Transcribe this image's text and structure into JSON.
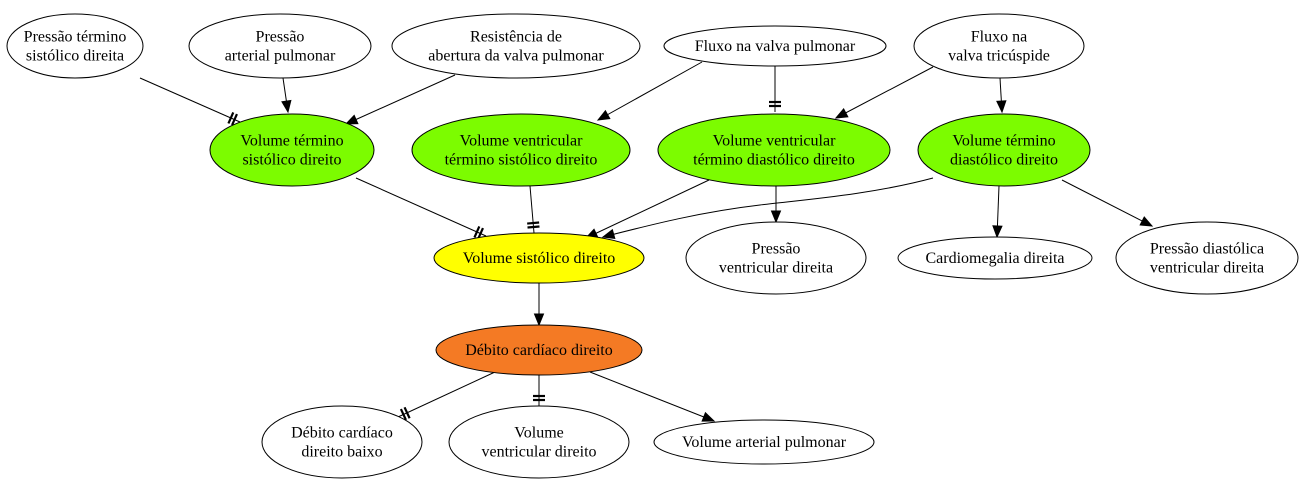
{
  "colors": {
    "green": "#7cfc00",
    "yellow": "#ffff00",
    "orange": "#f47a24",
    "white": "#ffffff"
  },
  "nodes": {
    "n1": {
      "lines": [
        "Pressão término",
        "sistólico direita"
      ]
    },
    "n2": {
      "lines": [
        "Pressão",
        "arterial pulmonar"
      ]
    },
    "n3": {
      "lines": [
        "Resistência de",
        "abertura da valva pulmonar"
      ]
    },
    "n4": {
      "lines": [
        "Fluxo na valva pulmonar"
      ]
    },
    "n5": {
      "lines": [
        "Fluxo na",
        "valva tricúspide"
      ]
    },
    "n6": {
      "lines": [
        "Volume término",
        "sistólico direito"
      ]
    },
    "n7": {
      "lines": [
        "Volume ventricular",
        "término sistólico direito"
      ]
    },
    "n8": {
      "lines": [
        "Volume ventricular",
        "término diastólico direito"
      ]
    },
    "n9": {
      "lines": [
        "Volume término",
        "diastólico direito"
      ]
    },
    "n10": {
      "lines": [
        "Volume sistólico direito"
      ]
    },
    "n11": {
      "lines": [
        "Pressão",
        "ventricular direita"
      ]
    },
    "n12": {
      "lines": [
        "Cardiomegalia direita"
      ]
    },
    "n13": {
      "lines": [
        "Pressão diastólica",
        "ventricular direita"
      ]
    },
    "n14": {
      "lines": [
        "Débito cardíaco direito"
      ]
    },
    "n15": {
      "lines": [
        "Débito cardíaco",
        "direito baixo"
      ]
    },
    "n16": {
      "lines": [
        "Volume",
        "ventricular direito"
      ]
    },
    "n17": {
      "lines": [
        "Volume arterial pulmonar"
      ]
    }
  }
}
